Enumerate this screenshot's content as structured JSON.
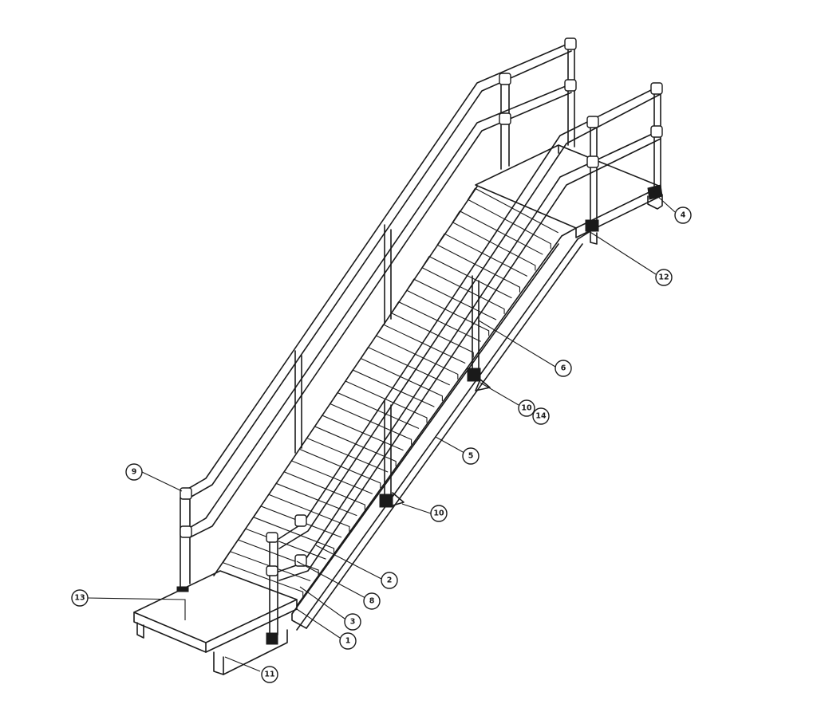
{
  "diagram": {
    "callouts": [
      {
        "id": "c1",
        "label": "1"
      },
      {
        "id": "c2",
        "label": "2"
      },
      {
        "id": "c3",
        "label": "3"
      },
      {
        "id": "c4",
        "label": "4"
      },
      {
        "id": "c5",
        "label": "5"
      },
      {
        "id": "c6",
        "label": "6"
      },
      {
        "id": "c8",
        "label": "8"
      },
      {
        "id": "c9",
        "label": "9"
      },
      {
        "id": "c10a",
        "label": "10"
      },
      {
        "id": "c10b",
        "label": "10"
      },
      {
        "id": "c14",
        "label": "14"
      },
      {
        "id": "c11",
        "label": "11"
      },
      {
        "id": "c12",
        "label": "12"
      },
      {
        "id": "c13",
        "label": "13"
      }
    ]
  }
}
